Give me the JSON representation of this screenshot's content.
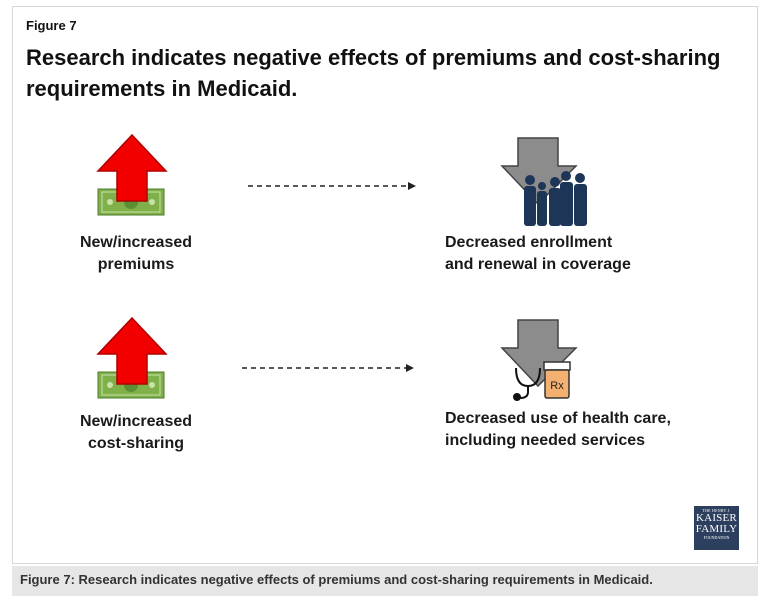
{
  "figure_label": "Figure 7",
  "title": "Research indicates negative effects of premiums and cost-sharing requirements in Medicaid.",
  "rows": [
    {
      "cause": [
        "New/increased",
        "premiums"
      ],
      "effect": [
        "Decreased enrollment",
        "and renewal in coverage"
      ]
    },
    {
      "cause": [
        "New/increased",
        "cost-sharing"
      ],
      "effect": [
        "Decreased use of health care,",
        "including needed services"
      ]
    }
  ],
  "icons": {
    "up_arrow": "red-up-arrow-icon",
    "money": "money-bill-icon",
    "down_arrow": "gray-down-arrow-icon",
    "people": "people-silhouette-icon",
    "stethoscope": "stethoscope-icon",
    "pill_bottle": "prescription-bottle-icon",
    "pill_bottle_text": "Rx"
  },
  "logo": {
    "line1": "THE HENRY J.",
    "line2": "KAISER",
    "line3": "FAMILY",
    "line4": "FOUNDATION"
  },
  "caption": "Figure 7: Research indicates negative effects of premiums and cost-sharing requirements in Medicaid.",
  "colors": {
    "red": "#f20000",
    "money_green": "#7fb04a",
    "gray_arrow": "#8c8c8c",
    "navy": "#1d3557",
    "logo_bg": "#2d3f5e"
  }
}
